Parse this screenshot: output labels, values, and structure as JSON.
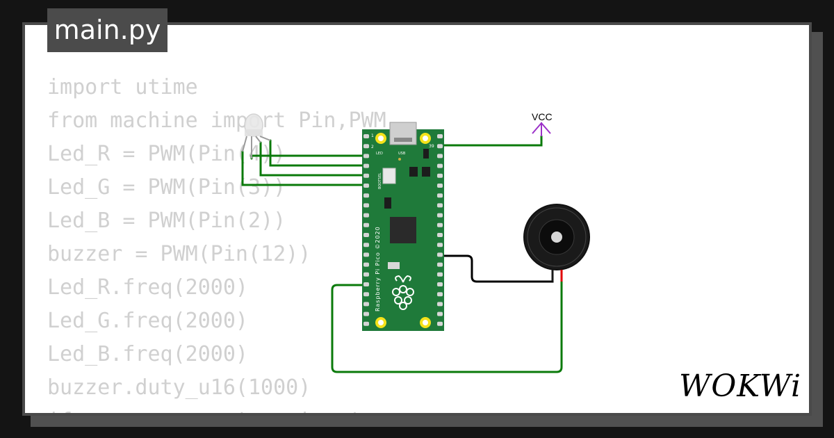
{
  "header": {
    "file_tab_label": "main.py"
  },
  "code_lines": [
    "import utime",
    "from machine import Pin,PWM",
    "Led_R = PWM(Pin(4))",
    "Led_G = PWM(Pin(3))",
    "Led_B = PWM(Pin(2))",
    "buzzer = PWM(Pin(12))",
    "Led_R.freq(2000)",
    "Led_G.freq(2000)",
    "Led_B.freq(2000)",
    "buzzer.duty_u16(1000)",
    "if __name__ == '__main__':"
  ],
  "circuit": {
    "vcc_label": "VCC",
    "board_labels": {
      "pin1": "1",
      "pin2": "2",
      "pin39": "39",
      "led": "LED",
      "usb": "USB",
      "bootsel": "BOOTSEL",
      "silkscreen": "Raspberry Pi Pico ©2020"
    },
    "colors": {
      "board": "#1f7a3a",
      "wire_green": "#0a7a0a",
      "wire_black": "#000000",
      "wire_red": "#e00000",
      "vcc": "#9b30c8",
      "pad_yellow": "#f4e21a"
    }
  },
  "brand": {
    "logo_text": "WOKWi"
  },
  "icons": [
    "raspberry-logo-icon",
    "vcc-arrow-icon",
    "rgb-led-icon",
    "buzzer-icon"
  ]
}
